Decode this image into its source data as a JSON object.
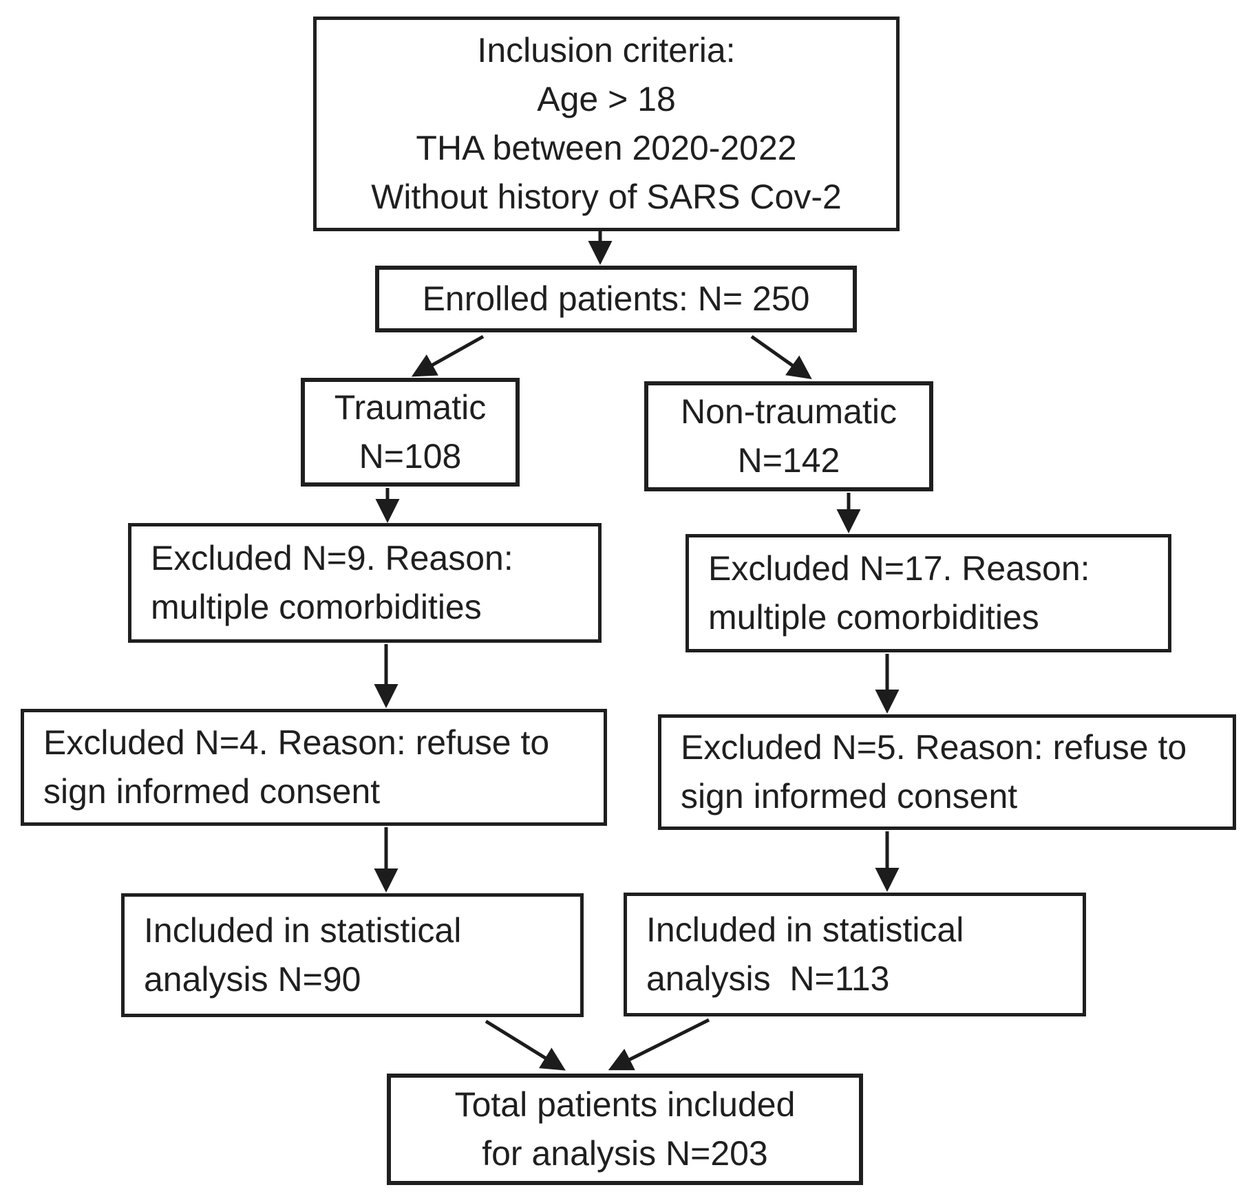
{
  "diagram": {
    "type": "flowchart",
    "colors": {
      "border": "#1f1f1f",
      "text": "#1f1f1f",
      "arrow": "#1c1c1c",
      "background": "#ffffff"
    },
    "nodes": {
      "inclusion": {
        "lines": [
          "Inclusion criteria:",
          "Age > 18",
          "THA between 2020-2022",
          "Without history of SARS Cov-2"
        ]
      },
      "enrolled": {
        "lines": [
          "Enrolled patients: N= 250"
        ]
      },
      "traumatic": {
        "lines": [
          "Traumatic",
          "N=108"
        ]
      },
      "non_traumatic": {
        "lines": [
          "Non-traumatic",
          "N=142"
        ]
      },
      "excluded_traumatic_1": {
        "lines": [
          "Excluded N=9. Reason:",
          "multiple comorbidities"
        ]
      },
      "excluded_nontraumatic_1": {
        "lines": [
          "Excluded N=17. Reason:",
          "multiple comorbidities"
        ]
      },
      "excluded_traumatic_2": {
        "lines": [
          "Excluded N=4. Reason: refuse to",
          "sign informed consent"
        ]
      },
      "excluded_nontraumatic_2": {
        "lines": [
          "Excluded N=5. Reason: refuse to",
          "sign informed consent"
        ]
      },
      "included_traumatic": {
        "lines": [
          "Included in statistical",
          "analysis N=90"
        ]
      },
      "included_nontraumatic": {
        "lines": [
          "Included in statistical",
          "analysis  N=113"
        ]
      },
      "total": {
        "lines": [
          "Total patients included",
          "for analysis N=203"
        ]
      }
    },
    "edges": [
      "inclusion -> enrolled",
      "enrolled -> traumatic",
      "enrolled -> non_traumatic",
      "traumatic -> excluded_traumatic_1",
      "non_traumatic -> excluded_nontraumatic_1",
      "excluded_traumatic_1 -> excluded_traumatic_2",
      "excluded_nontraumatic_1 -> excluded_nontraumatic_2",
      "excluded_traumatic_2 -> included_traumatic",
      "excluded_nontraumatic_2 -> included_nontraumatic",
      "included_traumatic -> total",
      "included_nontraumatic -> total"
    ]
  }
}
